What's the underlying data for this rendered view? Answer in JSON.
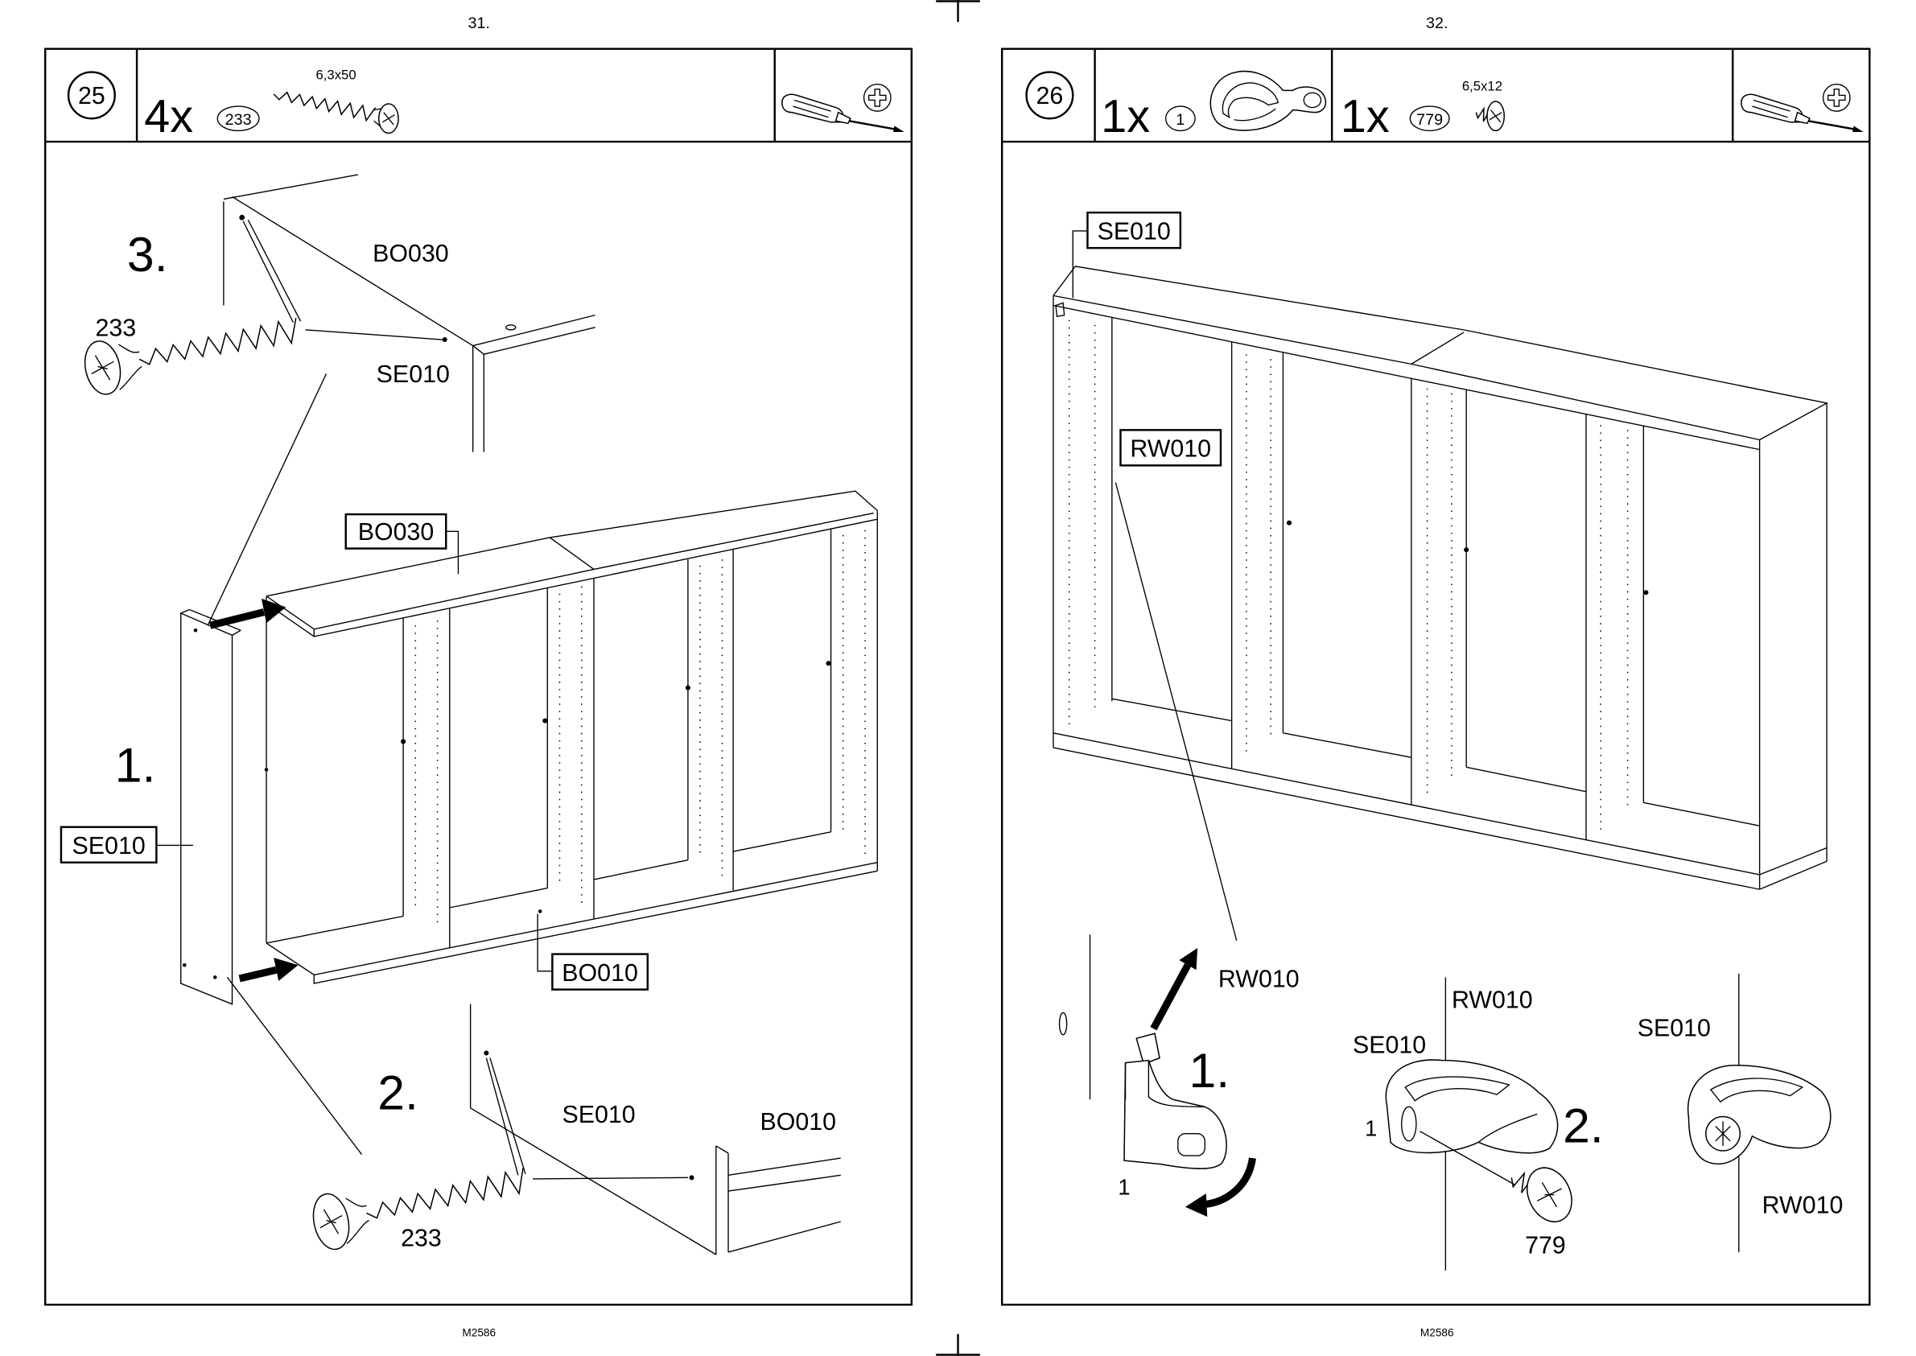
{
  "left_page": {
    "page_number": "31.",
    "footer_code": "M2586",
    "header": {
      "step_number": "25",
      "quantity": "4x",
      "part_number": "233",
      "part_size": "6,3x50",
      "part_icon": "screw-icon",
      "tool_icon": "phillips-screwdriver-icon"
    },
    "detail_3": {
      "step_label": "3.",
      "top_panel": "BO030",
      "screw_number": "233",
      "side_panel": "SE010"
    },
    "overview": {
      "top_panel": "BO030",
      "step_label": "1.",
      "side_panel": "SE010",
      "bottom_panel": "BO010"
    },
    "detail_2": {
      "step_label": "2.",
      "side_panel": "SE010",
      "bottom_panel": "BO010",
      "screw_number": "233"
    }
  },
  "right_page": {
    "page_number": "32.",
    "footer_code": "M2586",
    "header": {
      "step_number": "26",
      "items": [
        {
          "quantity": "1x",
          "part_number": "1",
          "part_icon": "cam-connector-icon"
        },
        {
          "quantity": "1x",
          "part_number": "779",
          "part_size": "6,5x12",
          "part_icon": "short-screw-icon"
        }
      ],
      "tool_icon": "phillips-screwdriver-icon"
    },
    "overview": {
      "side_panel": "SE010",
      "connector": "RW010"
    },
    "detail_1": {
      "connector": "RW010",
      "step_label": "1.",
      "part_ref": "1"
    },
    "detail_2": {
      "connector": "RW010",
      "side_panel": "SE010",
      "part_ref": "1",
      "step_label": "2.",
      "screw_number": "779"
    },
    "result": {
      "side_panel": "SE010",
      "connector": "RW010"
    }
  },
  "colors": {
    "ink": "#000000",
    "paper": "#ffffff"
  }
}
